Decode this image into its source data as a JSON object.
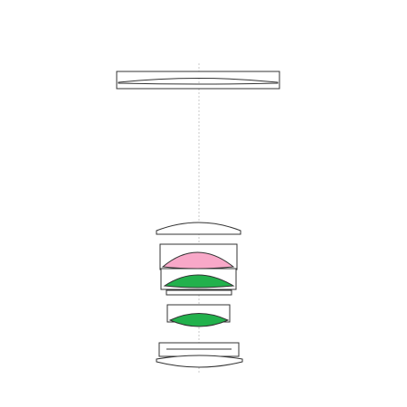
{
  "diagram": {
    "type": "optical-lens-cross-section",
    "colors": {
      "background": "#ffffff",
      "outline": "#333333",
      "axis": "#c8c8c8",
      "clear_glass": "#ffffff",
      "pink_glass": "#f8a8c8",
      "green_glass": "#22b14c"
    },
    "elements": [
      {
        "name": "front-meniscus-element",
        "fill": "clear_glass"
      },
      {
        "name": "second-meniscus-element",
        "fill": "clear_glass"
      },
      {
        "name": "bracket-element-upper",
        "fill": "clear_glass"
      },
      {
        "name": "pink-biconvex-element",
        "fill": "pink_glass"
      },
      {
        "name": "bracket-element-middle",
        "fill": "clear_glass"
      },
      {
        "name": "green-biconvex-element-upper",
        "fill": "green_glass"
      },
      {
        "name": "thin-plate-element",
        "fill": "clear_glass"
      },
      {
        "name": "bracket-element-lower",
        "fill": "clear_glass"
      },
      {
        "name": "green-biconvex-element-lower",
        "fill": "green_glass"
      },
      {
        "name": "rear-bracket-element",
        "fill": "clear_glass"
      },
      {
        "name": "rear-meniscus-element",
        "fill": "clear_glass"
      }
    ]
  }
}
